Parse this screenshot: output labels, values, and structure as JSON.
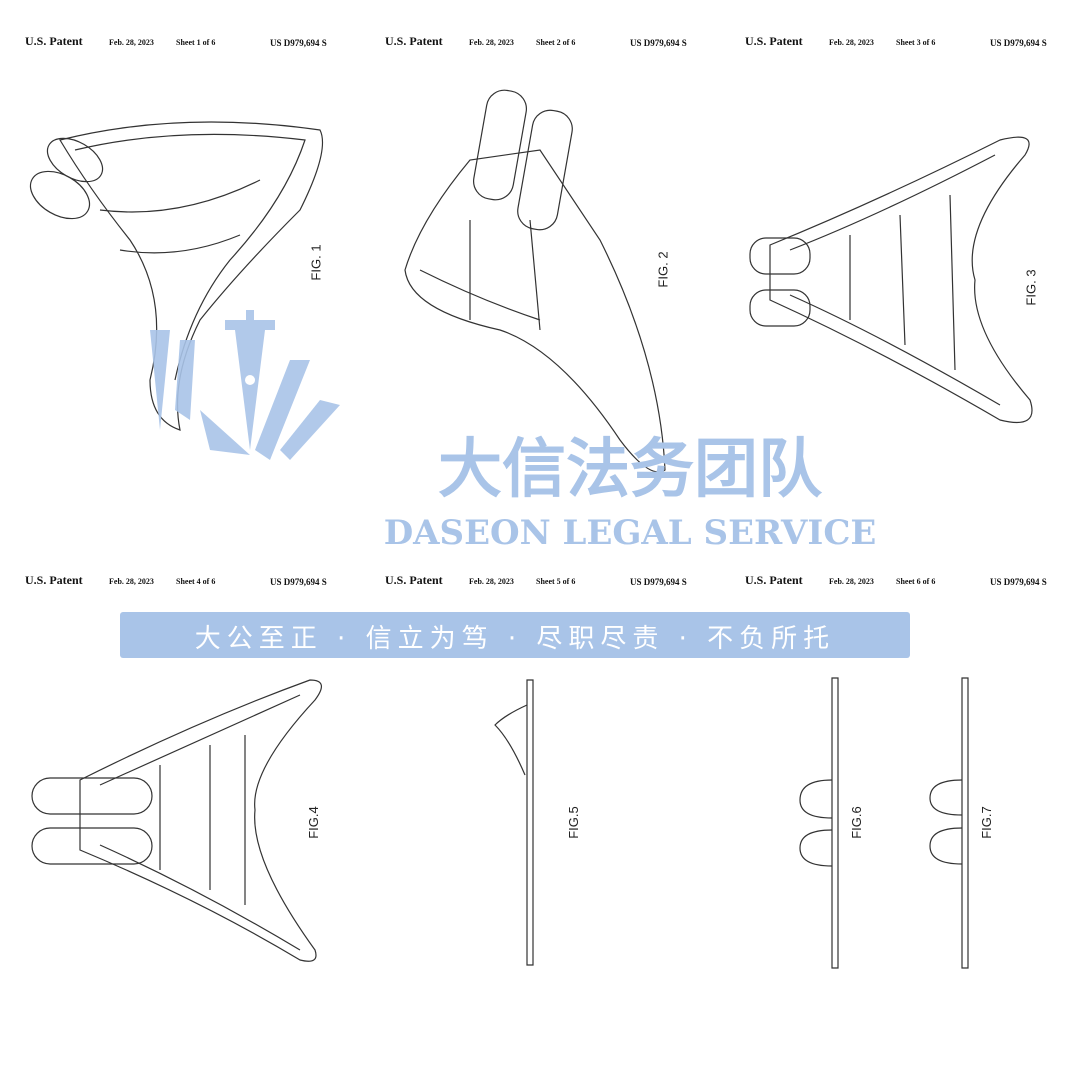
{
  "sheets": [
    {
      "patent_label": "U.S. Patent",
      "date": "Feb. 28, 2023",
      "sheet": "Sheet 1 of 6",
      "number": "US D979,694 S",
      "figs": [
        "FIG. 1"
      ]
    },
    {
      "patent_label": "U.S. Patent",
      "date": "Feb. 28, 2023",
      "sheet": "Sheet 2 of 6",
      "number": "US D979,694 S",
      "figs": [
        "FIG. 2"
      ]
    },
    {
      "patent_label": "U.S. Patent",
      "date": "Feb. 28, 2023",
      "sheet": "Sheet 3 of 6",
      "number": "US D979,694 S",
      "figs": [
        "FIG. 3"
      ]
    },
    {
      "patent_label": "U.S. Patent",
      "date": "Feb. 28, 2023",
      "sheet": "Sheet 4 of 6",
      "number": "US D979,694 S",
      "figs": [
        "FIG.4"
      ]
    },
    {
      "patent_label": "U.S. Patent",
      "date": "Feb. 28, 2023",
      "sheet": "Sheet 5 of 6",
      "number": "US D979,694 S",
      "figs": [
        "FIG.5"
      ]
    },
    {
      "patent_label": "U.S. Patent",
      "date": "Feb. 28, 2023",
      "sheet": "Sheet 6 of 6",
      "number": "US D979,694 S",
      "figs": [
        "FIG.6",
        "FIG.7"
      ]
    }
  ],
  "watermark": {
    "company_cn": "大信法务团队",
    "company_en": "DASEON LEGAL SERVICE",
    "slogan": "大公至正 · 信立为笃 · 尽职尽责 · 不负所托",
    "color": "#a9c4e8"
  }
}
